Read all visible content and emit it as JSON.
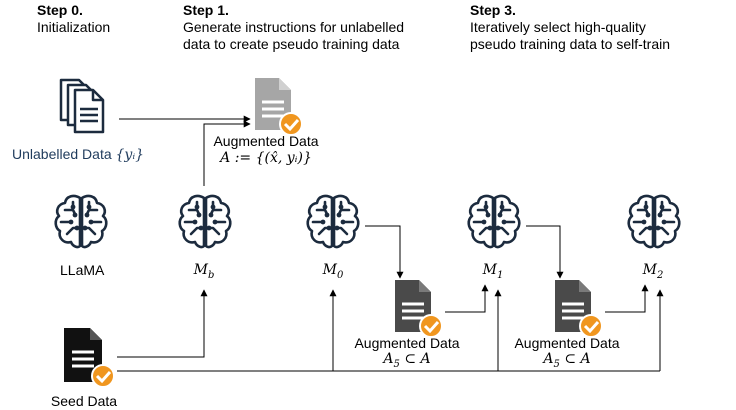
{
  "steps": {
    "step0": {
      "title": "Step 0.",
      "desc": "Initialization"
    },
    "step1": {
      "title": "Step 1.",
      "desc": "Generate instructions for unlabelled\ndata to create pseudo training data"
    },
    "step3": {
      "title": "Step 3.",
      "desc": "Iteratively select high-quality\npseudo training data to self-train"
    }
  },
  "unlabelled": {
    "label": "Unlabelled Data ",
    "math": "{yᵢ}"
  },
  "augmented_top": {
    "label": "Augmented Data",
    "math": "A := {(x̂, yᵢ)}"
  },
  "models": {
    "llama": "LLaMA",
    "mb": {
      "base": "M",
      "sub": "b"
    },
    "m0": {
      "base": "M",
      "sub": "0"
    },
    "m1": {
      "base": "M",
      "sub": "1"
    },
    "m2": {
      "base": "M",
      "sub": "2"
    }
  },
  "augmented_1": {
    "label": "Augmented Data",
    "math_base": "A",
    "math_sub": "5",
    "math_rest": " ⊂ A"
  },
  "augmented_2": {
    "label": "Augmented Data",
    "math_base": "A",
    "math_sub": "5",
    "math_rest": " ⊂ A"
  },
  "seed": {
    "label": "Seed Data"
  },
  "colors": {
    "unlabelled_text": "#1f3b5c",
    "gray_doc": "#a6a6a6",
    "dark_doc": "#4a4a4a",
    "black_doc": "#111111",
    "check": "#f0961f",
    "icon_dark": "#1c2b3e"
  },
  "icons": [
    "documents-icon",
    "brain-chip-icon",
    "document-check-icon"
  ]
}
